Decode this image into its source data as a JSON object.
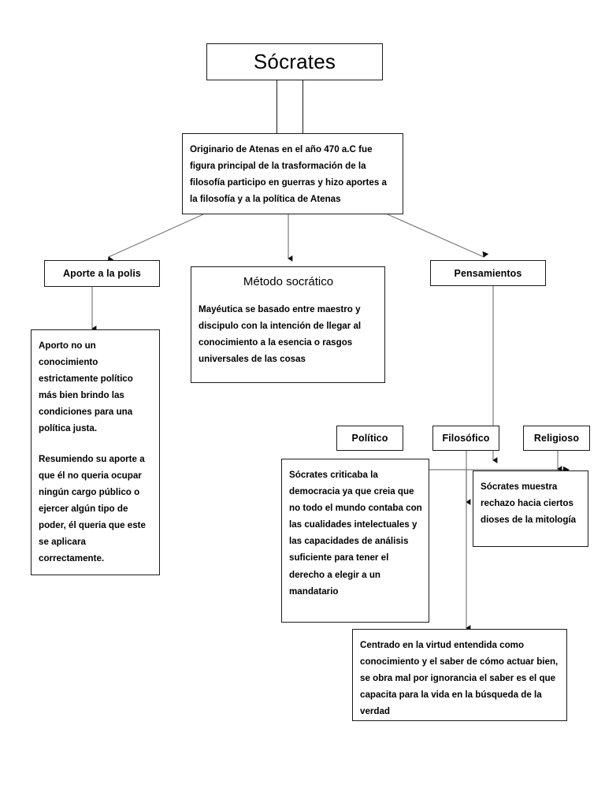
{
  "document": {
    "title": "Sócrates",
    "language": "es"
  },
  "nodes": {
    "root": {
      "id": "socrates",
      "label": "Sócrates"
    },
    "intro": {
      "id": "origen",
      "text": "Originario de Atenas en el año 470 a.C fue figura principal de la trasformación de la filosofía  participo en guerras y hizo aportes a la filosofía y a la política de Atenas"
    },
    "branch_polis": {
      "id": "aporte-polis",
      "label": "Aporte  a la polis",
      "detail_1": "Aporto no un conocimiento estrictamente político más bien  brindo las condiciones para una política justa.",
      "detail_2": "Resumiendo su aporte a que él no queria ocupar ningún cargo público o ejercer algún tipo de poder, él queria que este se aplicara correctamente."
    },
    "branch_metodo": {
      "id": "metodo-socratico",
      "label": "Método socrático",
      "detail": "Mayéutica se basado entre maestro y discipulo con la intención  de llegar al conocimiento a la esencia o rasgos universales de las cosas"
    },
    "branch_pensamientos": {
      "id": "pensamientos",
      "label": "Pensamientos"
    },
    "subbranch_politico": {
      "id": "politico",
      "label": "Político",
      "detail": "Sócrates criticaba la democracia ya que  creia que no todo el mundo contaba con las cualidades intelectuales y las capacidades de análisis suficiente para tener el derecho a elegir a un mandatario"
    },
    "subbranch_filosofico": {
      "id": "filosofico",
      "label": "Filosófico",
      "detail": "Centrado en la virtud entendida como conocimiento y el saber de cómo actuar bien, se obra mal por ignorancia el saber  es el que capacita para la vida en la búsqueda de la verdad"
    },
    "subbranch_religioso": {
      "id": "religioso",
      "label": "Religioso",
      "detail": "Sócrates muestra rechazo hacia ciertos dioses de la mitología"
    }
  },
  "style": {
    "page_background": "#ffffff",
    "box_border_color": "#1a1a1a",
    "connector_color": "#7a7a7a",
    "text_color": "#000000"
  }
}
